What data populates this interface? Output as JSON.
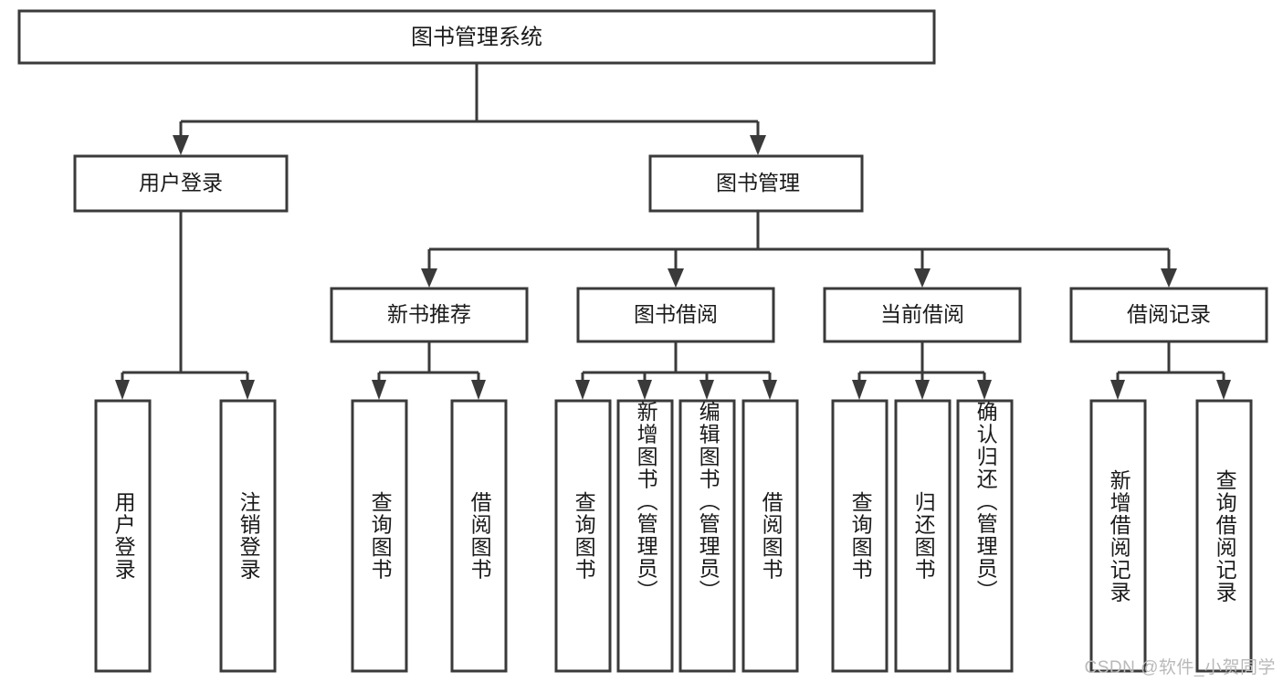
{
  "diagram": {
    "type": "hierarchy-tree",
    "title": "图书管理系统",
    "watermark": "CSDN @软件_小贺同学",
    "colors": {
      "stroke": "#3a3a3a",
      "fill": "#ffffff",
      "text": "#1a1a1a",
      "watermark": "#b9b9b9",
      "background": "#ffffff"
    },
    "levels": {
      "root": "图书管理系统",
      "level2": [
        "用户登录",
        "图书管理"
      ],
      "level3": [
        "新书推荐",
        "图书借阅",
        "当前借阅",
        "借阅记录"
      ],
      "level4": [
        "用户登录",
        "注销登录",
        "查询图书",
        "借阅图书",
        "查询图书",
        "新增图书（管理员）",
        "编辑图书（管理员）",
        "借阅图书",
        "查询图书",
        "归还图书",
        "确认归还（管理员）",
        "新增借阅记录",
        "查询借阅记录"
      ]
    },
    "nodes": {
      "root": {
        "label": "图书管理系统"
      },
      "user_login": {
        "label": "用户登录"
      },
      "book_manage": {
        "label": "图书管理"
      },
      "new_book_rec": {
        "label": "新书推荐"
      },
      "book_borrow": {
        "label": "图书借阅"
      },
      "current_borrow": {
        "label": "当前借阅"
      },
      "borrow_record": {
        "label": "借阅记录"
      },
      "leaf_user_login": {
        "label": "用户登录"
      },
      "leaf_logout": {
        "label": "注销登录"
      },
      "leaf_query_book_a": {
        "label": "查询图书"
      },
      "leaf_borrow_book_a": {
        "label": "借阅图书"
      },
      "leaf_query_book_b": {
        "label": "查询图书"
      },
      "leaf_add_book": {
        "label": "新增图书（管理员）"
      },
      "leaf_edit_book": {
        "label": "编辑图书（管理员）"
      },
      "leaf_borrow_book_b": {
        "label": "借阅图书"
      },
      "leaf_query_book_c": {
        "label": "查询图书"
      },
      "leaf_return_book": {
        "label": "归还图书"
      },
      "leaf_confirm_return": {
        "label": "确认归还（管理员）"
      },
      "leaf_add_record": {
        "label": "新增借阅记录"
      },
      "leaf_query_record": {
        "label": "查询借阅记录"
      }
    },
    "edges": [
      {
        "from": "root",
        "to": "user_login"
      },
      {
        "from": "root",
        "to": "book_manage"
      },
      {
        "from": "user_login",
        "to": "leaf_user_login"
      },
      {
        "from": "user_login",
        "to": "leaf_logout"
      },
      {
        "from": "book_manage",
        "to": "new_book_rec"
      },
      {
        "from": "book_manage",
        "to": "book_borrow"
      },
      {
        "from": "book_manage",
        "to": "current_borrow"
      },
      {
        "from": "book_manage",
        "to": "borrow_record"
      },
      {
        "from": "new_book_rec",
        "to": "leaf_query_book_a"
      },
      {
        "from": "new_book_rec",
        "to": "leaf_borrow_book_a"
      },
      {
        "from": "book_borrow",
        "to": "leaf_query_book_b"
      },
      {
        "from": "book_borrow",
        "to": "leaf_add_book"
      },
      {
        "from": "book_borrow",
        "to": "leaf_edit_book"
      },
      {
        "from": "book_borrow",
        "to": "leaf_borrow_book_b"
      },
      {
        "from": "current_borrow",
        "to": "leaf_query_book_c"
      },
      {
        "from": "current_borrow",
        "to": "leaf_return_book"
      },
      {
        "from": "current_borrow",
        "to": "leaf_confirm_return"
      },
      {
        "from": "borrow_record",
        "to": "leaf_add_record"
      },
      {
        "from": "borrow_record",
        "to": "leaf_query_record"
      }
    ]
  }
}
